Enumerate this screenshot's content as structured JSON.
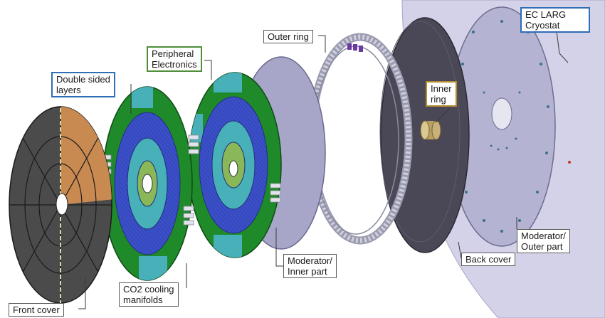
{
  "labels": {
    "ec_larg_cryostat": [
      "EC LARG",
      "Cryostat"
    ],
    "outer_ring": "Outer ring",
    "peripheral_electronics": [
      "Peripheral",
      "Electronics"
    ],
    "double_sided_layers": [
      "Double sided",
      "layers"
    ],
    "inner_ring": [
      "Inner",
      "ring"
    ],
    "moderator_outer_part": [
      "Moderator/",
      "Outer part"
    ],
    "back_cover": "Back cover",
    "moderator_inner_part": [
      "Moderator/",
      "Inner part"
    ],
    "co2_cooling_manifolds": [
      "CO2 cooling",
      "manifolds"
    ],
    "front_cover": "Front cover"
  },
  "colors": {
    "cryostat": "#d4d2e8",
    "front_cover": "#4b4b4b",
    "front_cover_sector": "#c98a52",
    "board_green": "#1f8a2a",
    "layer_blue": "#3b4fc8",
    "layer_cyan": "#48b0b8",
    "moderator": "#a8a6c8",
    "back_cover": "#4a4856",
    "inner_ring": "#c9b27a",
    "outer_ring": "#b8b8c8",
    "moderator_outer": "#b4b3d2"
  }
}
